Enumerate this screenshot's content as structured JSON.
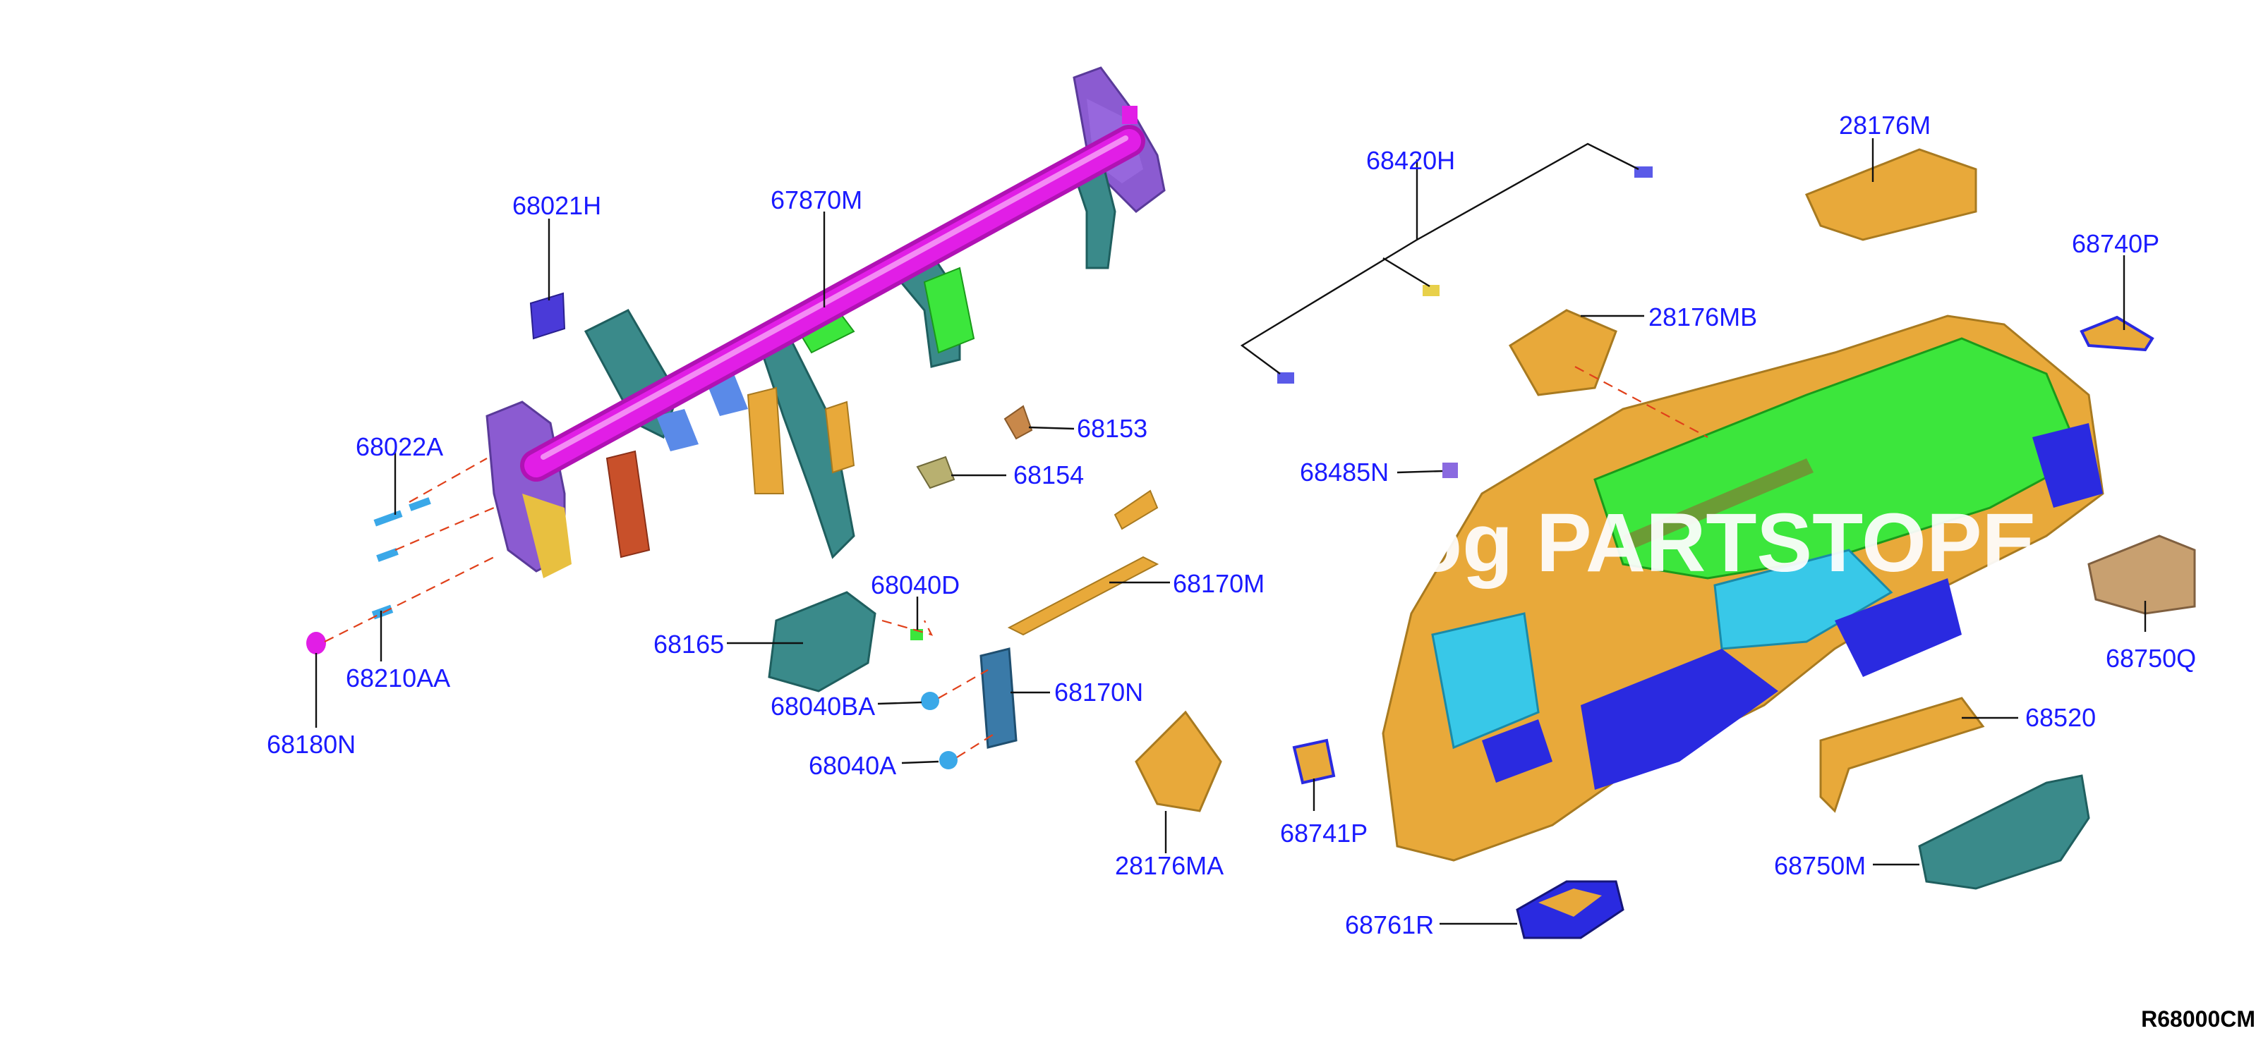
{
  "diagram": {
    "reference_code": "R68000CM",
    "watermark": "og PARTSTOPE",
    "parts": [
      {
        "id": "68021H",
        "label": "68021H"
      },
      {
        "id": "67870M",
        "label": "67870M"
      },
      {
        "id": "68420H",
        "label": "68420H"
      },
      {
        "id": "28176M",
        "label": "28176M"
      },
      {
        "id": "68740P",
        "label": "68740P"
      },
      {
        "id": "28176MB",
        "label": "28176MB"
      },
      {
        "id": "68153",
        "label": "68153"
      },
      {
        "id": "68154",
        "label": "68154"
      },
      {
        "id": "68022A",
        "label": "68022A"
      },
      {
        "id": "68485N",
        "label": "68485N"
      },
      {
        "id": "68040D",
        "label": "68040D"
      },
      {
        "id": "68170M",
        "label": "68170M"
      },
      {
        "id": "68165",
        "label": "68165"
      },
      {
        "id": "68210AA",
        "label": "68210AA"
      },
      {
        "id": "68750Q",
        "label": "68750Q"
      },
      {
        "id": "68040BA",
        "label": "68040BA"
      },
      {
        "id": "68170N",
        "label": "68170N"
      },
      {
        "id": "68180N",
        "label": "68180N"
      },
      {
        "id": "68520",
        "label": "68520"
      },
      {
        "id": "68040A",
        "label": "68040A"
      },
      {
        "id": "68741P",
        "label": "68741P"
      },
      {
        "id": "28176MA",
        "label": "28176MA"
      },
      {
        "id": "68750M",
        "label": "68750M"
      },
      {
        "id": "68761R",
        "label": "68761R"
      }
    ],
    "colors": {
      "label": "#1a1aff",
      "cross_member": "#e11ee6",
      "bracket_teal": "#3a8a8a",
      "bracket_purple": "#8b5bd1",
      "panel_orange": "#e8a93a",
      "panel_green": "#3ce63c",
      "panel_cyan": "#38c8e8",
      "panel_blue": "#2a2ae0",
      "bracket_red": "#c8502a",
      "leader": "#111111",
      "dashed": "#e0401a"
    }
  }
}
